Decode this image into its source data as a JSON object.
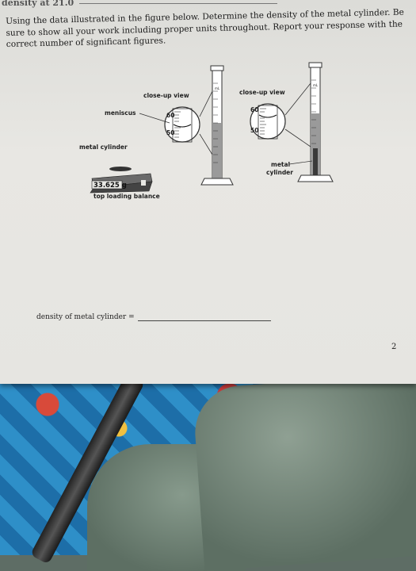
{
  "page": {
    "header_fragment": "density at 21.0",
    "prompt": "Using the data illustrated in the figure below. Determine the density of the metal cylinder. Be sure to show all your work including proper units throughout. Report your response with the correct number of significant figures.",
    "answer_label": "density of metal cylinder =",
    "page_number": "2"
  },
  "figure": {
    "closeup_left": "close-up view",
    "closeup_right": "close-up view",
    "meniscus": "meniscus",
    "metal_cylinder_left": "metal cylinder",
    "metal_cylinder_right_line1": "metal",
    "metal_cylinder_right_line2": "cylinder",
    "balance_reading": "33.625 g",
    "balance_label": "top loading balance",
    "tick_60_left": "60",
    "tick_50_left": "50",
    "tick_60_right": "60",
    "tick_50_right": "50",
    "cylinder_unit": "mL"
  },
  "colors": {
    "liquid": "#9a9a9a",
    "glass": "#ffffff",
    "metal": "#3a3a3a"
  }
}
